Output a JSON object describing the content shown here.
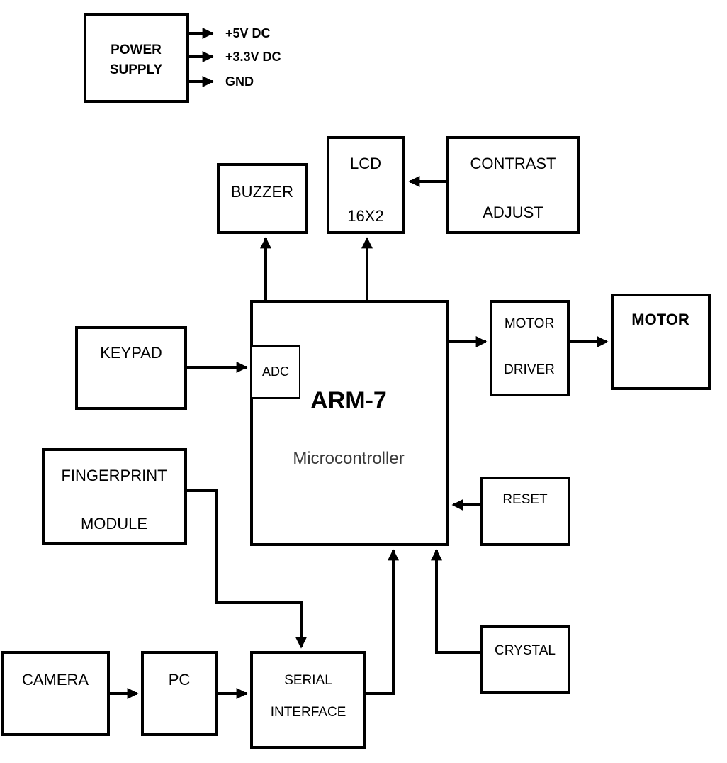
{
  "blocks": {
    "power_supply": {
      "line1": "POWER",
      "line2": "SUPPLY"
    },
    "buzzer": {
      "label": "BUZZER"
    },
    "lcd": {
      "line1": "LCD",
      "line2": "16X2"
    },
    "contrast": {
      "line1": "CONTRAST",
      "line2": "ADJUST"
    },
    "mcu": {
      "title": "ARM-7",
      "subtitle": "Microcontroller",
      "adc": "ADC"
    },
    "motor_driver": {
      "line1": "MOTOR",
      "line2": "DRIVER"
    },
    "motor": {
      "label": "MOTOR"
    },
    "keypad": {
      "label": "KEYPAD"
    },
    "fingerprint": {
      "line1": "FINGERPRINT",
      "line2": "MODULE"
    },
    "reset": {
      "label": "RESET"
    },
    "crystal": {
      "label": "CRYSTAL"
    },
    "camera": {
      "label": "CAMERA"
    },
    "pc": {
      "label": "PC"
    },
    "serial": {
      "line1": "SERIAL",
      "line2": "INTERFACE"
    }
  },
  "power_rails": [
    "+5V DC",
    "+3.3V DC",
    "GND"
  ],
  "colors": {
    "stroke": "#000000",
    "background": "#ffffff"
  }
}
